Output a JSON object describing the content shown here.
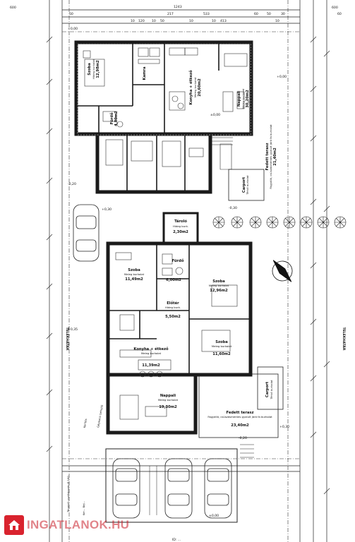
{
  "colors": {
    "wall": "#1a1a1a",
    "hatch": "#555555",
    "line": "#222222",
    "watermark": "#d9232e"
  },
  "top_dims": [
    "600",
    "1243",
    "600",
    "50",
    "10",
    "120",
    "10",
    "50",
    "217",
    "10",
    "533",
    "10",
    "413",
    "60",
    "50",
    "10",
    "30",
    "60"
  ],
  "rooms": [
    {
      "key": "szoba1",
      "name": "Szoba",
      "sub": "Hideg burkolat",
      "area": "12,98m2"
    },
    {
      "key": "furdo1",
      "name": "Fürdő",
      "sub": "",
      "area": "4,80m2"
    },
    {
      "key": "kamra",
      "name": "Kamra",
      "sub": "",
      "area": ""
    },
    {
      "key": "konyha1",
      "name": "Konyha + étkező",
      "sub": "Meleg burkolat",
      "area": "20,60m2"
    },
    {
      "key": "nappali1",
      "name": "Nappali",
      "sub": "Meleg burkolat",
      "area": "30,20m2"
    },
    {
      "key": "terasz1",
      "name": "Fedett terasz",
      "sub": "Fagyálló, csúszásmentes gyalult járó fa burkolat",
      "area": "21,40m2"
    },
    {
      "key": "carport1",
      "name": "Carport",
      "sub": "Térkő burkolat",
      "area": ""
    },
    {
      "key": "tarolo",
      "name": "Tároló",
      "sub": "Hideg burk.",
      "area": "2,30m2"
    },
    {
      "key": "szoba2",
      "name": "Szoba",
      "sub": "Meleg burkolat",
      "area": "11,49m2"
    },
    {
      "key": "furdo2",
      "name": "Fürdő",
      "sub": "",
      "area": "6,00m2"
    },
    {
      "key": "szoba3",
      "name": "Szoba",
      "sub": "Meleg burkolat",
      "area": "12,96m2"
    },
    {
      "key": "eloter",
      "name": "Előtér",
      "sub": "Hideg burk.",
      "area": "5,50m2"
    },
    {
      "key": "konyha2",
      "name": "Konyha + étkező",
      "sub": "Meleg burkolat",
      "area": "11,39m2"
    },
    {
      "key": "szoba4",
      "name": "Szoba",
      "sub": "Meleg burkolat",
      "area": "11,60m2"
    },
    {
      "key": "nappali2",
      "name": "Nappali",
      "sub": "Meleg burkolat",
      "area": "19,30m2"
    },
    {
      "key": "terasz2",
      "name": "Fedett terasz",
      "sub": "Fagyálló, csúszásmentes gyalult járó fa burkolat",
      "area": "23,40m2"
    },
    {
      "key": "carport2",
      "name": "Carport",
      "sub": "Térkő burkolat",
      "area": ""
    }
  ],
  "side_labels": {
    "left": "TELEKHATÁR",
    "right": "TELEKHATÁR"
  },
  "annotations": {
    "gate": "Gépkocsi behajtó",
    "fence": "Kerítés",
    "sign": "Tervező: csatlakozás Ø 160",
    "bottom_text": "Ker... Bej...",
    "bottom_title": "ID: ...",
    "levels": [
      "+0,00",
      "+0,00",
      "-0,20",
      "±0,00",
      "-0,30",
      "+0,30",
      "+0,30",
      "-0,20",
      "+0,35",
      "±0,00"
    ]
  },
  "watermark": {
    "text": "INGATLANOK.HU"
  }
}
